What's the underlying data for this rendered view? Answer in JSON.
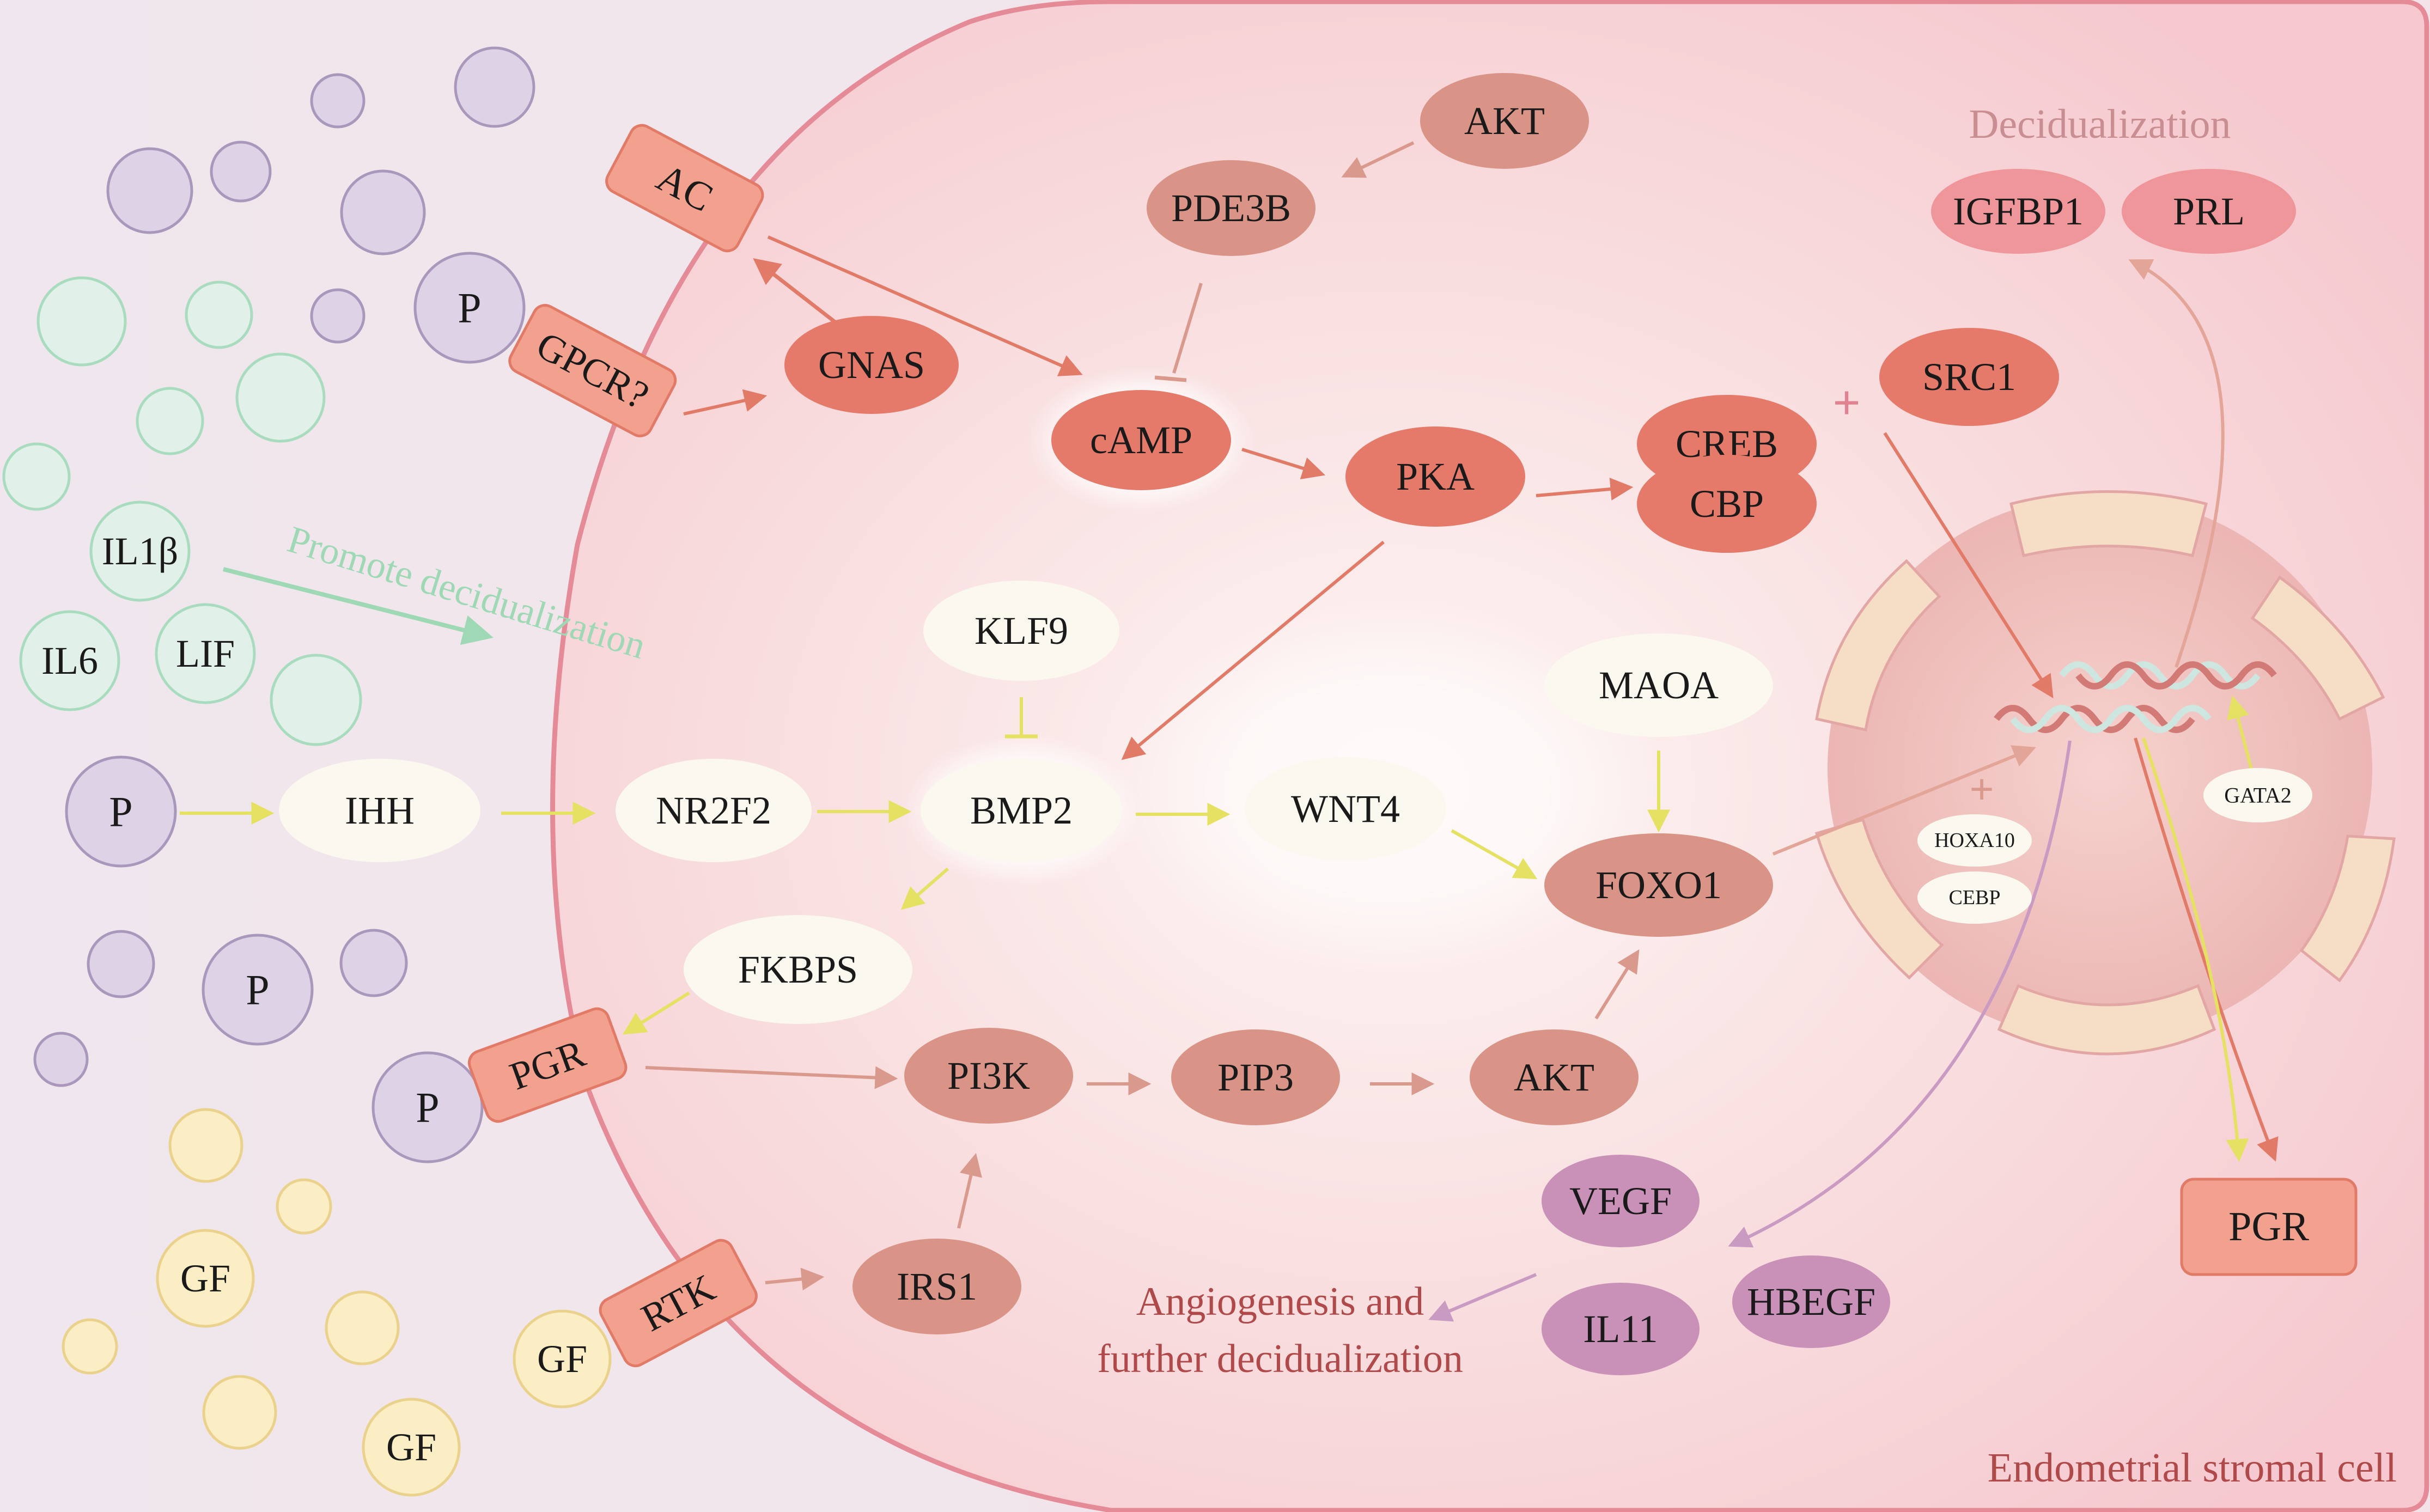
{
  "title": "Decidualization",
  "cell_label": "Endometrial stromal cell",
  "angiogenesis_label": [
    "Angiogenesis and",
    "further decidualization"
  ],
  "promote_label": "Promote decidualization",
  "plus_sign": "+",
  "extracellular": {
    "p": "P",
    "il1b": "IL1β",
    "il6": "IL6",
    "lif": "LIF",
    "gf": "GF"
  },
  "receptors": {
    "ac": "AC",
    "gpcr": "GPCR?",
    "pgr": "PGR",
    "rtk": "RTK"
  },
  "nodes": {
    "akt_top": "AKT",
    "pde3b": "PDE3B",
    "gnas": "GNAS",
    "camp": "cAMP",
    "pka": "PKA",
    "creb": "CREB",
    "cbp": "CBP",
    "src1": "SRC1",
    "igfbp1": "IGFBP1",
    "prl": "PRL",
    "klf9": "KLF9",
    "maoa": "MAOA",
    "ihh": "IHH",
    "nr2f2": "NR2F2",
    "bmp2": "BMP2",
    "wnt4": "WNT4",
    "foxo1": "FOXO1",
    "fkbps": "FKBPS",
    "pi3k": "PI3K",
    "pip3": "PIP3",
    "akt_mid": "AKT",
    "irs1": "IRS1",
    "vegf": "VEGF",
    "il11": "IL11",
    "hbegf": "HBEGF",
    "pgr_out": "PGR",
    "hoxa10": "HOXA10",
    "cebp": "CEBP",
    "gata2": "GATA2"
  },
  "colors": {
    "membrane": "#e58a97",
    "receptor": "#f2a18f",
    "camp_path": "#e67a6a",
    "akt_path": "#d99487",
    "cream": "#fbf8ef",
    "purple_node": "#c990b8",
    "yellow_arrow": "#e7e46a",
    "text_red": "#b04a4a"
  }
}
